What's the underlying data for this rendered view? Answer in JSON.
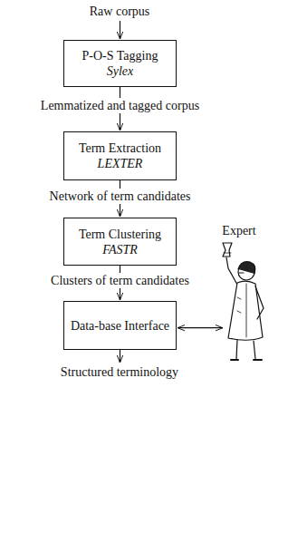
{
  "diagram": {
    "nodes": [
      {
        "text": [
          "P-O-S Tagging",
          "Sylex"
        ]
      },
      {
        "text": [
          "Term Extraction",
          "LEXTER"
        ]
      },
      {
        "text": [
          "Term Clustering",
          "FASTR"
        ]
      },
      {
        "text": [
          "Data-base Interface"
        ]
      }
    ],
    "edges": [
      {
        "from": 0,
        "to": 1,
        "label": "Lemmatized and tagged corpus",
        "arrow": "to"
      },
      {
        "from": 1,
        "to": 2,
        "label": "Network of term candidates",
        "arrow": "to"
      },
      {
        "from": 2,
        "to": 3,
        "label": "Clusters of term candidates",
        "arrow": "to"
      }
    ],
    "labels": [
      "Raw corpus",
      "Structured terminology",
      "Expert"
    ]
  }
}
